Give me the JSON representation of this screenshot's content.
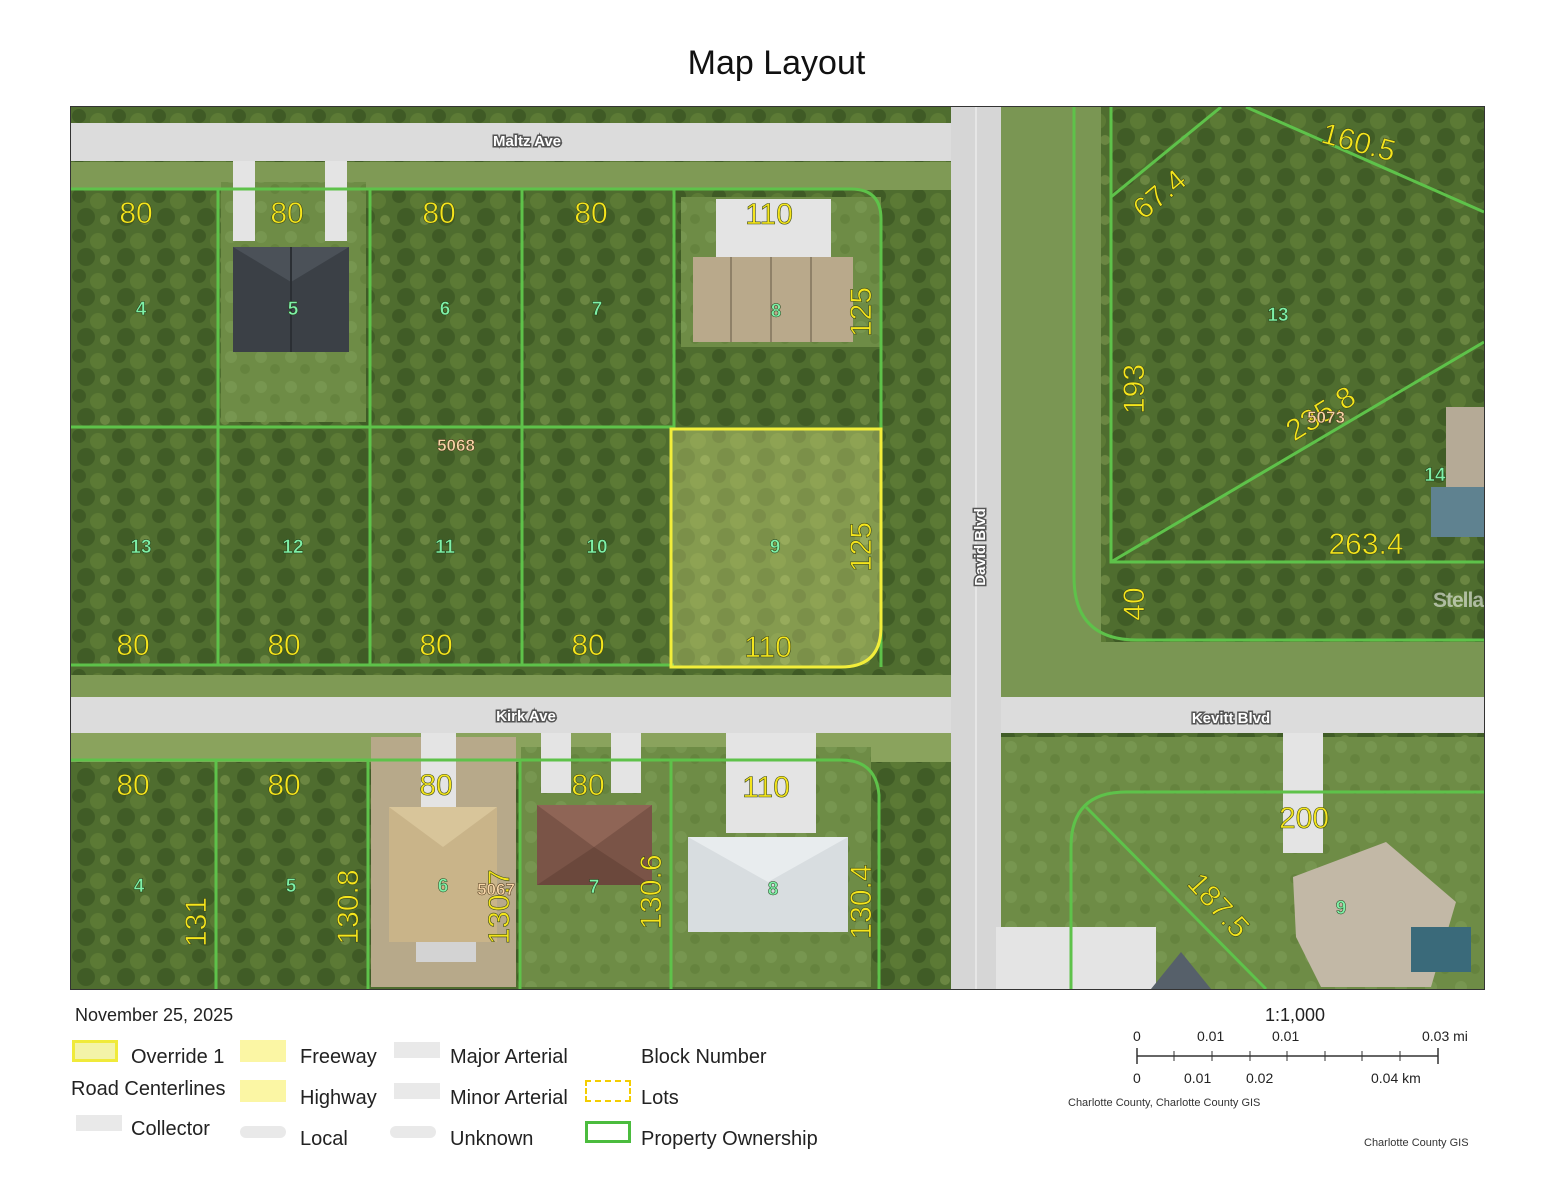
{
  "title": "Map Layout",
  "map": {
    "streets": {
      "maltz": "Maltz Ave",
      "kirk": "Kirk Ave",
      "kevitt": "Kevitt Blvd",
      "david": "David Blvd"
    },
    "block_numbers": {
      "b5068": "5068",
      "b5067": "5067",
      "b5073": "5073"
    },
    "lot_numbers": {
      "n_top_4": "4",
      "n_top_5": "5",
      "n_top_6": "6",
      "n_top_7": "7",
      "n_top_8": "8",
      "n_mid_13": "13",
      "n_mid_12": "12",
      "n_mid_11": "11",
      "n_mid_10": "10",
      "n_mid_9": "9",
      "n_bot_4": "4",
      "n_bot_5": "5",
      "n_bot_6": "6",
      "n_bot_7": "7",
      "n_bot_8": "8",
      "n_ne_13": "13",
      "n_ne_14": "14",
      "n_se_9": "9"
    },
    "dimensions": {
      "d_top_80a": "80",
      "d_top_80b": "80",
      "d_top_80c": "80",
      "d_top_80d": "80",
      "d_top_110": "110",
      "d_top_125": "125",
      "d_mid_80a": "80",
      "d_mid_80b": "80",
      "d_mid_80c": "80",
      "d_mid_80d": "80",
      "d_mid_110": "110",
      "d_mid_125": "125",
      "d_bot_80a": "80",
      "d_bot_80b": "80",
      "d_bot_80c": "80",
      "d_bot_80d": "80",
      "d_bot_110": "110",
      "d_bot_131": "131",
      "d_bot_1308": "130.8",
      "d_bot_1307": "130.7",
      "d_bot_1306": "130.6",
      "d_bot_1304": "130.4",
      "d_ne_1605": "160.5",
      "d_ne_674": "67.4",
      "d_ne_193": "193",
      "d_ne_2358": "235.8",
      "d_ne_2634": "263.4",
      "d_ne_40": "40",
      "d_se_200": "200",
      "d_se_1875": "187.5"
    },
    "watermark": "StellarMLS",
    "colors": {
      "property_line": "#5ec24a",
      "highlight_line": "#f2ee3a",
      "dimension_text": "#f5e51c",
      "lot_number_text": "#7ff0a8",
      "block_number_text": "#f7d7a8"
    }
  },
  "legend": {
    "date": "November 25, 2025",
    "override": "Override 1",
    "road_centerlines": "Road Centerlines",
    "collector": "Collector",
    "freeway": "Freeway",
    "highway": "Highway",
    "local": "Local",
    "major_arterial": "Major Arterial",
    "minor_arterial": "Minor Arterial",
    "unknown": "Unknown",
    "block_number": "Block Number",
    "lots": "Lots",
    "property_ownership": "Property Ownership"
  },
  "scale": {
    "ratio": "1:1,000",
    "mi_0": "0",
    "mi_1": "0.01",
    "mi_2": "0.01",
    "mi_3": "0.03 mi",
    "km_0": "0",
    "km_1": "0.01",
    "km_2": "0.02",
    "km_3": "0.04 km",
    "credit1": "Charlotte County, Charlotte County GIS",
    "credit2": "Charlotte County GIS"
  }
}
